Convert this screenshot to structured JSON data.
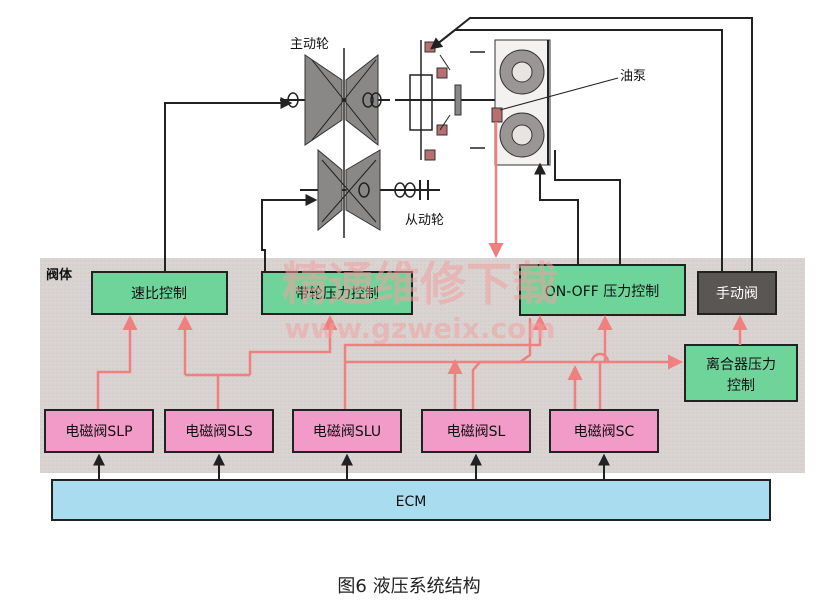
{
  "labels": {
    "primary_pulley": "主动轮",
    "secondary_pulley": "从动轮",
    "oil_pump": "油泵",
    "valve_body": "阀体"
  },
  "boxes": {
    "ratio_control": "速比控制",
    "secondary_pressure_control": "带轮压力控制",
    "on_off_pressure_control": "ON-OFF 压力控制",
    "manual_valve": "手动阀",
    "clutch_pressure_control": "离合器压力控制"
  },
  "valves": {
    "slp": "电磁阀SLP",
    "sls": "电磁阀SLS",
    "slu": "电磁阀SLU",
    "sl": "电磁阀SL",
    "sc": "电磁阀SC"
  },
  "ecm": "ECM",
  "caption": "图6 液压系统结构",
  "watermark": {
    "text": "精通维修下载",
    "url": "www.gzweix.com"
  },
  "colors": {
    "valve_body_bg": "#d9d4d2",
    "control_box_fill": "#6fd49a",
    "solenoid_fill": "#f29ac8",
    "manual_valve_fill": "#5a5654",
    "ecm_fill": "#a9dcef",
    "hydraulic_line": "#f08080",
    "signal_line": "#222222"
  }
}
